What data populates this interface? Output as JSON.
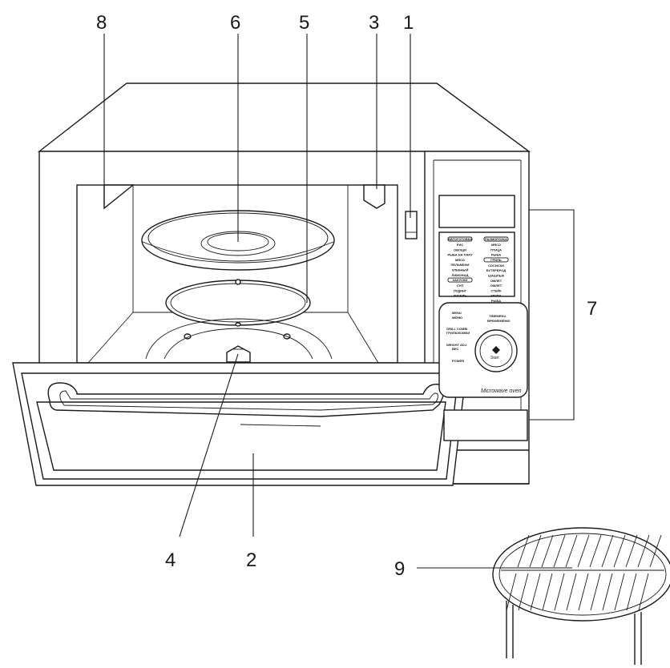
{
  "callouts": {
    "c1": "1",
    "c2": "2",
    "c3": "3",
    "c4": "4",
    "c5": "5",
    "c6": "6",
    "c7": "7",
    "c8": "8",
    "c9": "9"
  },
  "panel": {
    "auto_cook_header": "АВТОГОТОВКА",
    "auto_cook_items": [
      "РИС",
      "ОВОЩИ",
      "РЫБА НА ПАРУ",
      "МЯСО",
      "ПЕЛЬМЕНИ",
      "ХЛЕБНЫЙ",
      "ЛИМОНАД"
    ],
    "defrost_header": "РАЗМОРОЗКА",
    "defrost_items": [
      "МЯСО",
      "ПТИЦА",
      "РЫБА"
    ],
    "grill_header": "ГРИЛЬ",
    "grill_items": [
      "СОСИСКИ",
      "БУТЕРБРОД",
      "ШАШЛЫК",
      "ОМЛЕТ"
    ],
    "soup_header": "ЗАКУСКИ",
    "soup_items": [
      "СУП",
      "ПУДИНГ",
      "КИСЕЛЬ"
    ],
    "misc_items": [
      "ОМЛЕТ",
      "СТЕЙК",
      "КРУПА",
      "РЫБА"
    ],
    "menu_label": "MENU",
    "menu_sub": "МЕНЮ",
    "grill_combi_label": "GRILL COMBI",
    "grill_combi_sub": "ГРИЛЬ/КОМБИ",
    "weight_label": "WEIGHT ADJ.",
    "weight_sub": "ВЕС",
    "power_label": "POWER",
    "timemenu_label": "TIMEMENU",
    "timemenu_sub": "ВРЕМЯ/МЕНЮ",
    "start_label": "Start",
    "brand_text": "Microwave oven"
  }
}
